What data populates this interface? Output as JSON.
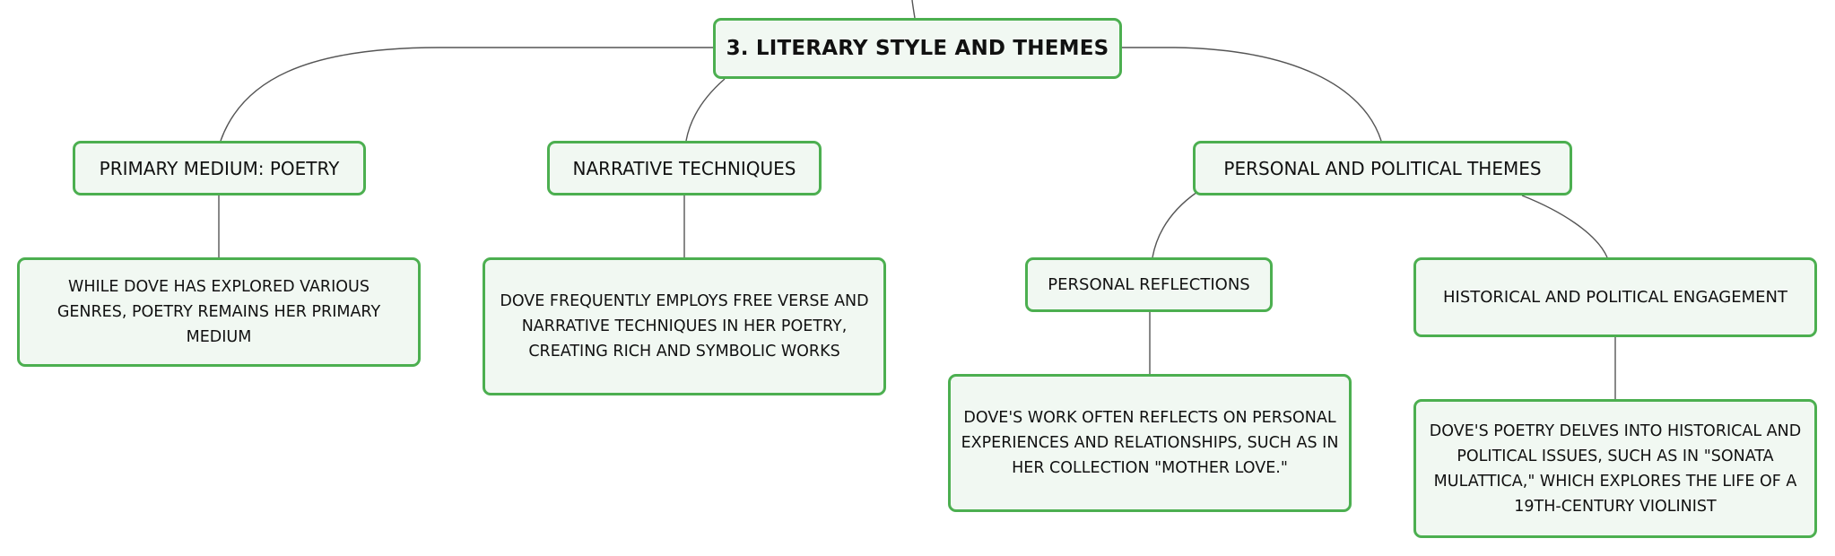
{
  "mindmap": {
    "root": {
      "label": "3. LITERARY STYLE AND THEMES"
    },
    "branches": {
      "poetry": {
        "label": "PRIMARY MEDIUM: POETRY",
        "detail": "WHILE DOVE HAS EXPLORED VARIOUS GENRES, POETRY REMAINS HER PRIMARY MEDIUM"
      },
      "narrative": {
        "label": "NARRATIVE TECHNIQUES",
        "detail": "DOVE FREQUENTLY EMPLOYS FREE VERSE AND NARRATIVE TECHNIQUES IN HER POETRY, CREATING RICH AND SYMBOLIC WORKS"
      },
      "themes": {
        "label": "PERSONAL AND POLITICAL THEMES",
        "personal": {
          "label": "PERSONAL REFLECTIONS",
          "detail": "DOVE'S WORK OFTEN REFLECTS ON PERSONAL EXPERIENCES AND RELATIONSHIPS, SUCH AS IN HER COLLECTION \"MOTHER LOVE.\""
        },
        "historical": {
          "label": "HISTORICAL AND POLITICAL ENGAGEMENT",
          "detail": "DOVE'S POETRY DELVES INTO HISTORICAL AND POLITICAL ISSUES, SUCH AS IN \"SONATA MULATTICA,\" WHICH EXPLORES THE LIFE OF A 19TH-CENTURY VIOLINIST"
        }
      }
    },
    "colors": {
      "node_border": "#4caf50",
      "node_fill": "#f1f8f2",
      "connector": "#555555",
      "text": "#111111"
    }
  }
}
